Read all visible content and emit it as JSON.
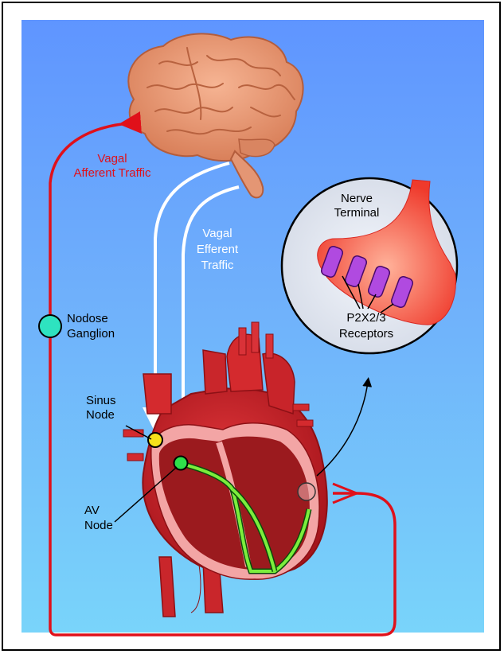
{
  "labels": {
    "afferent_line1": "Vagal",
    "afferent_line2": "Afferent Traffic",
    "efferent_line1": "Vagal",
    "efferent_line2": "Efferent",
    "efferent_line3": "Traffic",
    "nodose_line1": "Nodose",
    "nodose_line2": "Ganglion",
    "sinus_line1": "Sinus",
    "sinus_line2": "Node",
    "av_line1": "AV",
    "av_line2": "Node",
    "terminal_line1": "Nerve",
    "terminal_line2": "Terminal",
    "receptor_line1": "P2X2/3",
    "receptor_line2": "Receptors"
  },
  "colors": {
    "background_top": "#5f95ff",
    "background_bottom": "#79d4fa",
    "afferent": "#e0101a",
    "efferent": "#ffffff",
    "nodose_ganglion": "#2ee3c0",
    "sinus_node": "#f6e21a",
    "av_node": "#2ee04a",
    "heart": "#c82428",
    "brain": "#e8906a",
    "receptor": "#b04ae0"
  },
  "icons": {
    "brain": "brain-icon",
    "heart": "heart-icon",
    "terminal": "nerve-terminal-icon"
  }
}
